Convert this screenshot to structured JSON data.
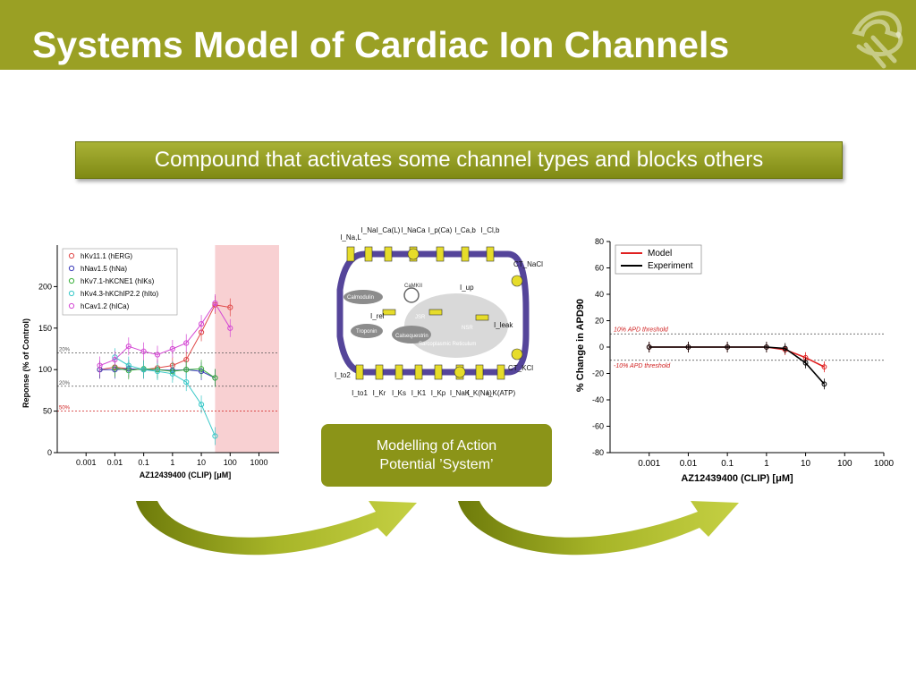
{
  "header": {
    "title": "Systems Model of Cardiac Ion Channels",
    "brand_color": "#9aa024"
  },
  "banner": {
    "text": "Compound that activates some channel types and blocks others"
  },
  "model_box": {
    "line1": "Modelling of Action",
    "line2": "Potential ’System’"
  },
  "cell_diagram": {
    "top_labels": [
      "I_Na,L",
      "I_Na",
      "I_Ca(L)",
      "I_NaCa",
      "I_p(Ca)",
      "I_Ca,b",
      "I_Cl,b"
    ],
    "right_labels": [
      "CT_NaCl",
      "CT_KCl",
      "I_up",
      "I_leak"
    ],
    "left_labels": [
      "I_rel",
      "I_to2"
    ],
    "bottom_labels": [
      "I_to1",
      "I_Kr",
      "I_Ks",
      "I_K1",
      "I_Kp",
      "I_NaK",
      "I_K(Na)",
      "I_K(ATP)"
    ],
    "organelles": [
      "Calmodulin",
      "Troponin",
      "Calsequestrin",
      "Sarcoplasmic Reticulum",
      "JSR",
      "NSR",
      "CaMKII"
    ]
  },
  "chart_data": [
    {
      "type": "scatter",
      "title": "",
      "xlabel": "AZ12439400 (CLIP) [μM]",
      "ylabel": "Reponse (% of Control)",
      "x_scale": "log",
      "xlim": [
        0.0001,
        5000
      ],
      "ylim": [
        0,
        250
      ],
      "x_tick_labels": [
        "0.001",
        "0.01",
        "0.1",
        "1",
        "10",
        "100",
        "1000"
      ],
      "y_tick_labels": [
        "0",
        "50",
        "100",
        "150",
        "200"
      ],
      "reference_lines": [
        {
          "y": 120,
          "label": "20%"
        },
        {
          "y": 80,
          "label": "20%"
        },
        {
          "y": 50,
          "label": "50%"
        }
      ],
      "shaded_region_from_x": 30,
      "legend_position": "top-left",
      "series": [
        {
          "name": "hKv11.1 (hERG)",
          "color": "#e04848",
          "x": [
            0.003,
            0.01,
            0.03,
            0.1,
            0.3,
            1,
            3,
            10,
            30,
            100
          ],
          "y": [
            100,
            103,
            101,
            100,
            102,
            105,
            112,
            145,
            178,
            175
          ]
        },
        {
          "name": "hNav1.5 (hNa)",
          "color": "#3a3ab8",
          "x": [
            0.003,
            0.01,
            0.03,
            0.1,
            0.3,
            1,
            3,
            10,
            30
          ],
          "y": [
            100,
            100,
            101,
            100,
            100,
            99,
            100,
            98,
            90
          ]
        },
        {
          "name": "hKv7.1-hKCNE1 (hIKs)",
          "color": "#3ab03a",
          "x": [
            0.01,
            0.03,
            0.1,
            0.3,
            1,
            3,
            10,
            30
          ],
          "y": [
            102,
            99,
            101,
            100,
            98,
            100,
            101,
            90
          ]
        },
        {
          "name": "hKv4.3-hKChIP2.2 (hIto)",
          "color": "#38c8c8",
          "x": [
            0.01,
            0.03,
            0.1,
            0.3,
            1,
            3,
            10,
            30
          ],
          "y": [
            115,
            105,
            100,
            98,
            95,
            85,
            58,
            20
          ]
        },
        {
          "name": "hCav1.2 (hICa)",
          "color": "#d448d4",
          "x": [
            0.003,
            0.01,
            0.03,
            0.1,
            0.3,
            1,
            3,
            10,
            30,
            100
          ],
          "y": [
            105,
            112,
            128,
            122,
            118,
            125,
            132,
            155,
            180,
            150
          ]
        }
      ]
    },
    {
      "type": "line",
      "title": "",
      "xlabel": "AZ12439400 (CLIP) [μM]",
      "ylabel": "% Change in APD90",
      "x_scale": "log",
      "xlim": [
        0.0001,
        1000
      ],
      "ylim": [
        -80,
        80
      ],
      "x_tick_labels": [
        "0.001",
        "0.01",
        "0.1",
        "1",
        "10",
        "100",
        "1000"
      ],
      "y_tick_labels": [
        "-80",
        "-60",
        "-40",
        "-20",
        "0",
        "20",
        "40",
        "60",
        "80"
      ],
      "reference_lines": [
        {
          "y": 10,
          "label": "10% APD threshold"
        },
        {
          "y": -10,
          "label": "-10% APD threshold"
        }
      ],
      "legend_position": "top-left",
      "series": [
        {
          "name": "Model",
          "color": "#e02020",
          "x": [
            0.001,
            0.01,
            0.1,
            1,
            3,
            10,
            30
          ],
          "y": [
            0,
            0,
            0,
            0,
            -2,
            -8,
            -15
          ]
        },
        {
          "name": "Experiment",
          "color": "#000000",
          "x": [
            0.001,
            0.01,
            0.1,
            1,
            3,
            10,
            30
          ],
          "y": [
            0,
            0,
            0,
            0,
            -1,
            -12,
            -28
          ]
        }
      ]
    }
  ]
}
